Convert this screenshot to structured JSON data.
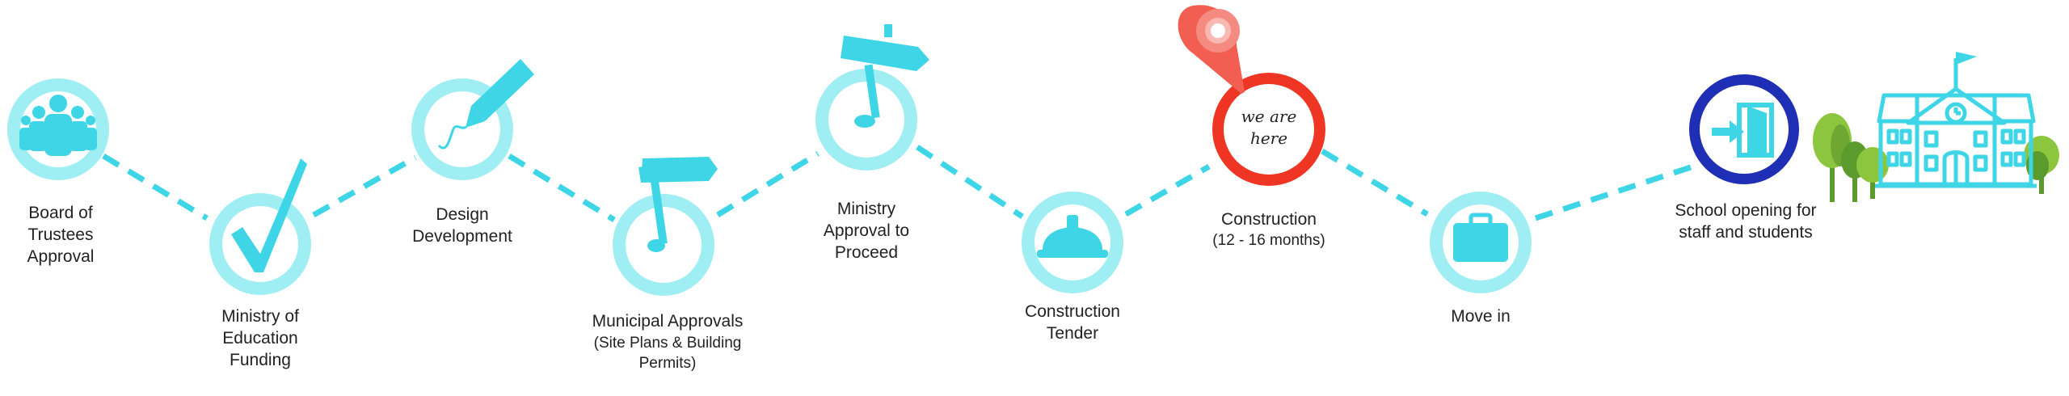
{
  "colors": {
    "ring": "#9eeef3",
    "icon": "#3ed6e6",
    "current": "#ef3523",
    "final": "#1f2fb5",
    "tree_light": "#8cc63e",
    "tree_dark": "#5b9a2c"
  },
  "timeline": {
    "steps": [
      {
        "id": "board",
        "label": "Board of\nTrustees\nApproval",
        "icon": "people-group-icon"
      },
      {
        "id": "funding",
        "label": "Ministry of\nEducation\nFunding",
        "icon": "checkmark-icon"
      },
      {
        "id": "design",
        "label": "Design\nDevelopment",
        "icon": "pencil-icon"
      },
      {
        "id": "municipal",
        "label": "Municipal Approvals",
        "sublabel": "(Site Plans & Building\nPermits)",
        "icon": "signpost-icon"
      },
      {
        "id": "ministry-approval",
        "label": "Ministry\nApproval to\nProceed",
        "icon": "signpost-icon"
      },
      {
        "id": "tender",
        "label": "Construction\nTender",
        "icon": "hard-hat-icon"
      },
      {
        "id": "construction",
        "label": "Construction",
        "sublabel": "(12 - 16 months)",
        "icon": "map-pin-icon",
        "current": true,
        "marker_text": [
          "we are",
          "here"
        ]
      },
      {
        "id": "move-in",
        "label": "Move in",
        "icon": "suitcase-icon"
      },
      {
        "id": "opening",
        "label": "School opening for\nstaff and students",
        "icon": "door-exit-icon",
        "final": true
      }
    ],
    "decorations": [
      "school-building-icon",
      "trees-icon"
    ]
  }
}
